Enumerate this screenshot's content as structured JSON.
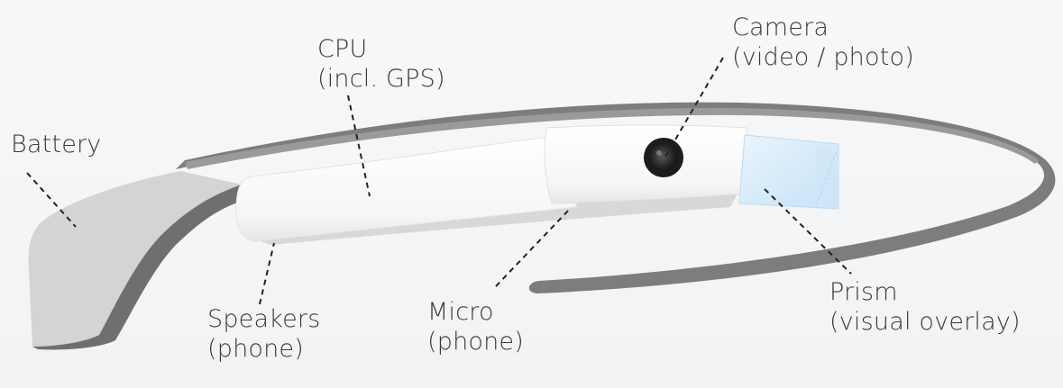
{
  "labels": {
    "battery": {
      "line1": "Battery"
    },
    "cpu": {
      "line1": "CPU",
      "line2": "(incl. GPS)"
    },
    "camera": {
      "line1": "Camera",
      "line2": "(video / photo)"
    },
    "speakers": {
      "line1": "Speakers",
      "line2": "(phone)"
    },
    "micro": {
      "line1": "Micro",
      "line2": "(phone)"
    },
    "prism": {
      "line1": "Prism",
      "line2": "(visual overlay)"
    }
  },
  "colors": {
    "frame_dark": "#7d7d7d",
    "frame_mid": "#a9a9a9",
    "battery_light": "#d4d4d4",
    "housing": "#ffffff",
    "prism": "#d9ecfb",
    "text": "#3a3a3a"
  }
}
